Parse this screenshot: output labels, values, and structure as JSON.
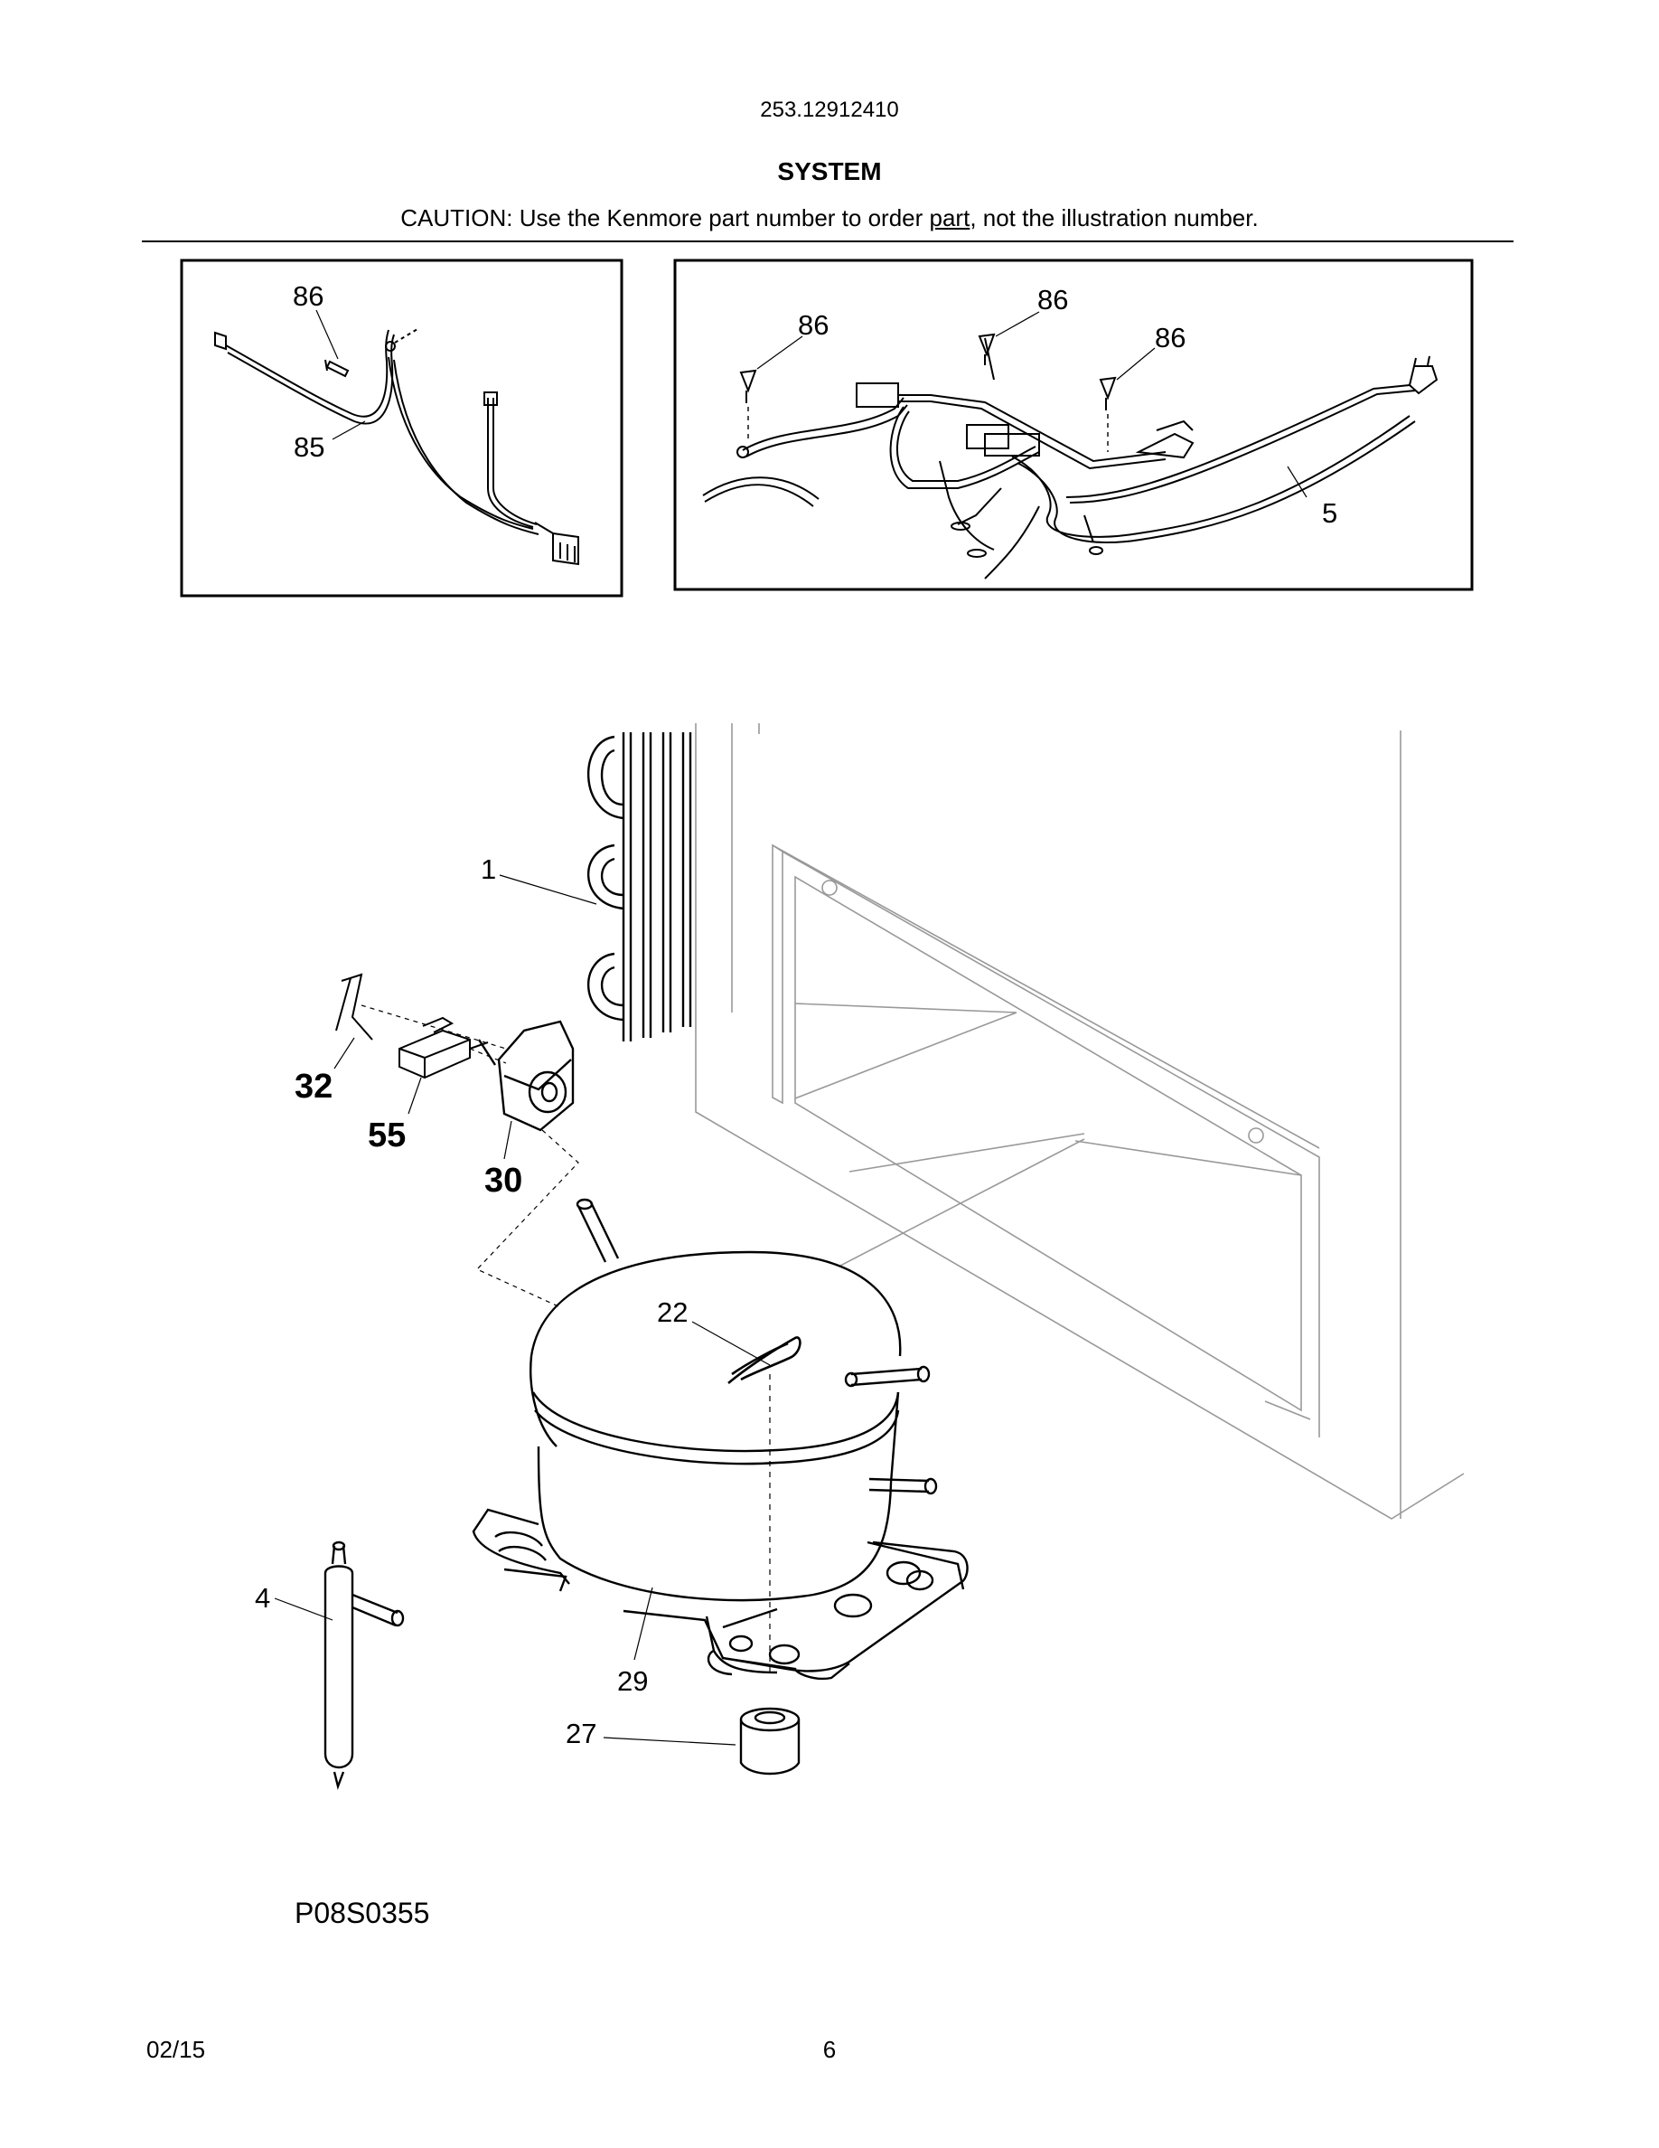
{
  "header": {
    "model_number": "253.12912410",
    "section_title": "SYSTEM",
    "caution_before": "CAUTION: Use the Kenmore part number to order ",
    "caution_underlined": "part",
    "caution_after": ", not the illustration number."
  },
  "callouts": {
    "c86_a": "86",
    "c85": "85",
    "c86_b": "86",
    "c86_c": "86",
    "c86_d": "86",
    "c5": "5",
    "c1": "1",
    "c32": "32",
    "c55": "55",
    "c30": "30",
    "c22": "22",
    "c4": "4",
    "c29": "29",
    "c27": "27"
  },
  "diagram_code": "P08S0355",
  "footer": {
    "date": "02/15",
    "page": "6"
  }
}
